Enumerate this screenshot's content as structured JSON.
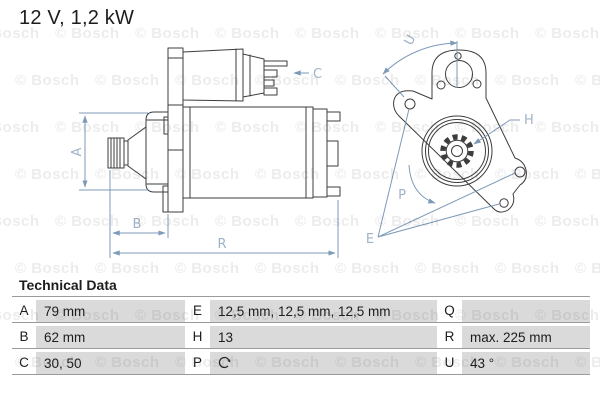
{
  "header": {
    "title": "12 V, 1,2 kW"
  },
  "watermark": {
    "text": "© Bosch"
  },
  "technical_data": {
    "heading": "Technical Data",
    "rows": [
      [
        {
          "label": "A",
          "value": "79 mm"
        },
        {
          "label": "E",
          "value": "12,5 mm, 12,5 mm, 12,5 mm"
        },
        {
          "label": "Q",
          "value": ""
        }
      ],
      [
        {
          "label": "B",
          "value": "62 mm"
        },
        {
          "label": "H",
          "value": "13"
        },
        {
          "label": "R",
          "value": "max. 225 mm"
        }
      ],
      [
        {
          "label": "C",
          "value": "30, 50"
        },
        {
          "label": "P",
          "value": "",
          "value_icon": "rotation-direction-clockwise"
        },
        {
          "label": "U",
          "value": "43 °"
        }
      ]
    ]
  },
  "diagram": {
    "views": [
      "starter-side-view",
      "mounting-flange-view"
    ],
    "dimension_labels": {
      "A": "A",
      "B": "B",
      "C": "C",
      "E": "E",
      "H": "H",
      "P": "P",
      "R": "R",
      "U": "U"
    },
    "colors": {
      "outline": "#3d3d3d",
      "dimension_line": "#7d9ab9",
      "dimension_label": "#9fb3c8",
      "table_cell_bg": "#dadada",
      "table_line": "#9b9b9b"
    }
  }
}
